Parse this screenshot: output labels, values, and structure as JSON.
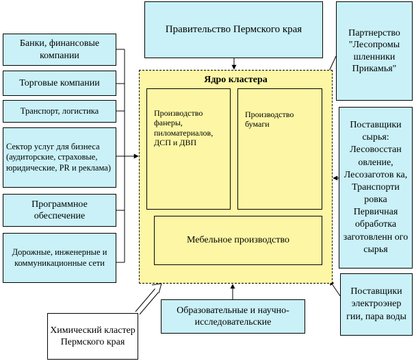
{
  "top_box": "Правительство Пермского края",
  "partner_box": "Партнерство \"Лесопромы шленники Прикамья\"",
  "left_boxes": {
    "banks": "Банки, финансовые компании",
    "trade": "Торговые компании",
    "transport": "Транспорт, логистика",
    "services": "Сектор услуг для бизнеса (аудиторские, страховые, юридические, PR и реклама)",
    "software": "Программное обеспечение",
    "roads": "Дорожные, инженерные и коммуникационные сети"
  },
  "core": {
    "title": "Ядро кластера",
    "plywood": "Производство фанеры, пиломатериалов, ДСП и ДВП",
    "paper": "Производство бумаги",
    "furniture": "Мебельное производство"
  },
  "raw_suppliers": "Поставщики сырья: Лесовосстан овление, Лесозаготов ка, Транспорти ровка Первичная обработка заготовленн ого сырья",
  "energy_suppliers": "Поставщики электроэнер гии, пара воды",
  "education": "Образовательные и научно-исследовательские",
  "chemical": "Химический кластер Пермского края",
  "colors": {
    "cyan": "#c9f1f7",
    "yellow": "#fdf7a5"
  }
}
